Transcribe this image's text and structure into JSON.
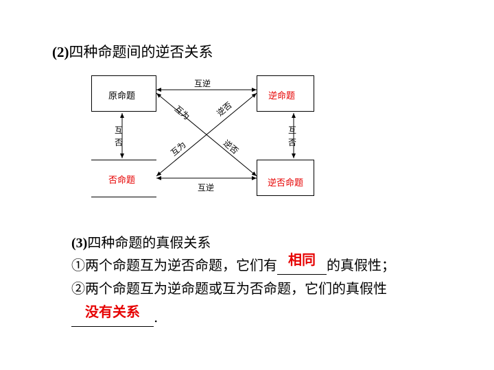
{
  "section2": {
    "number": "(2)",
    "title": "四种命题间的逆否关系"
  },
  "diagram": {
    "box_original": "原命题",
    "box_converse": "逆命题",
    "box_inverse": "否命题",
    "box_contrapositive": "逆否命题",
    "top_edge": "互逆",
    "bottom_edge": "互逆",
    "left_edge_1": "互",
    "left_edge_2": "否",
    "right_edge_1": "互",
    "right_edge_2": "否",
    "diag_upper_left": "互为",
    "diag_upper_right": "逆否",
    "diag_lower_left": "互为",
    "diag_lower_right": "逆否"
  },
  "section3": {
    "number": "(3)",
    "title": "四种命题的真假关系",
    "item1_prefix": "①两个命题互为逆否命题，它们有",
    "item1_answer": "相同",
    "item1_suffix": "的真假性；",
    "item2_text": "②两个命题互为逆命题或互为否命题，它们的真假性",
    "item2_answer": "没有关系",
    "item2_end": "."
  },
  "colors": {
    "accent": "#e60000"
  }
}
